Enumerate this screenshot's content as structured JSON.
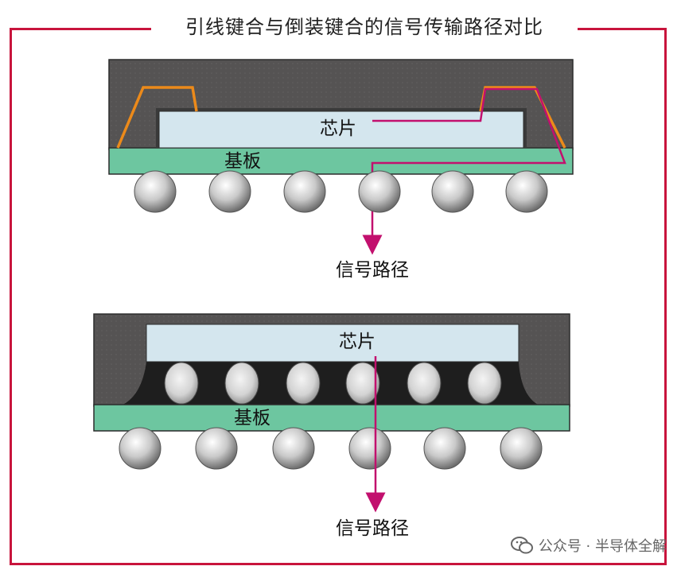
{
  "title": "引线键合与倒装键合的信号传输路径对比",
  "wire_bond": {
    "chip_label": "芯片",
    "substrate_label": "基板",
    "signal_label": "信号路径"
  },
  "flip_chip": {
    "chip_label": "芯片",
    "substrate_label": "基板",
    "signal_label": "信号路径"
  },
  "watermark": "公众号 · 半导体全解",
  "colors": {
    "frame": "#c8143c",
    "signal": "#c2106e",
    "wire": "#ec8a1a",
    "mold": "#555353",
    "chip": "#d4e6ee",
    "substrate": "#6dc6a0"
  },
  "icons": [
    "wechat-icon"
  ]
}
